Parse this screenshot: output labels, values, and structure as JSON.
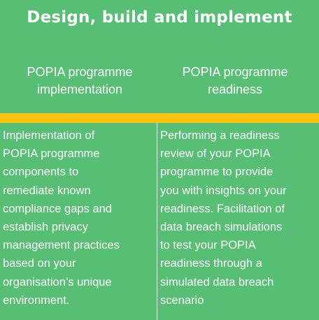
{
  "title": "Design, build and implement",
  "columns": [
    {
      "heading_lines": [
        "POPIA programme",
        "implementation"
      ],
      "body_lines": [
        "Implementation of",
        "POPIA programme",
        "components to",
        "remediate known",
        "compliance gaps and",
        "establish privacy",
        "management practices",
        "based on your",
        "organisation’s unique",
        "environment."
      ]
    },
    {
      "heading_lines": [
        "POPIA programme",
        "readiness"
      ],
      "body_lines": [
        "Performing a readiness",
        "review of your POPIA",
        "programme to provide",
        "you with insights on your",
        "readiness. Facilitation of",
        "data breach simulations",
        "to test your POPIA",
        "readiness through a",
        "simulated data breach",
        "scenario"
      ]
    }
  ],
  "colors": {
    "background": "#56bf73",
    "accent_bar": "#fcc20d",
    "text": "#ffffff"
  }
}
